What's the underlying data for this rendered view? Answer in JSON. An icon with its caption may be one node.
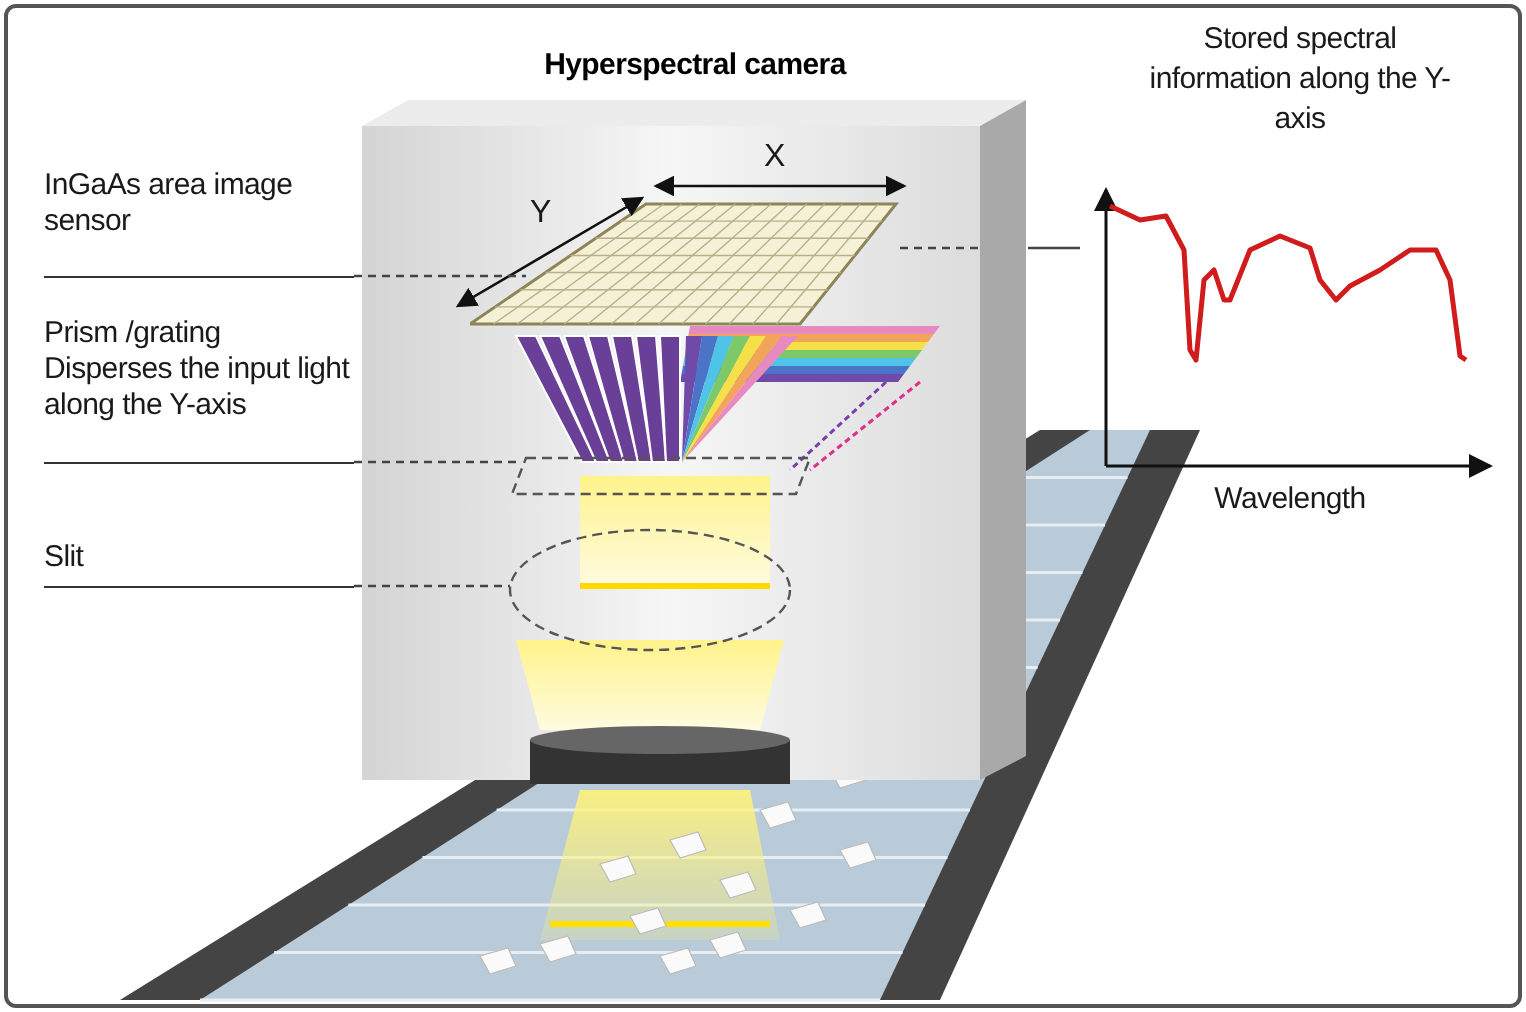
{
  "diagram": {
    "nodes": [
      {
        "text": [
          "Hyperspectral camera"
        ]
      },
      {
        "text": [
          "InGaAs area image sensor"
        ]
      },
      {
        "text": [],
        "shape": "picture",
        "in": 0
      },
      {
        "text": [
          "Prism /grating",
          "Disperses the input light along the Y-axis"
        ]
      },
      {
        "text": [],
        "shape": "picture",
        "in": 0
      },
      {
        "text": [
          "Slit"
        ]
      },
      {
        "text": [],
        "shape": "ellipse",
        "in": 0
      },
      {
        "text": [
          "Stored spectral information along the Y-axis",
          "Wavelength"
        ]
      }
    ],
    "edges": [
      {
        "from": 1,
        "to": 2,
        "arrow": "none",
        "style": "dashed"
      },
      {
        "from": 3,
        "to": 4,
        "arrow": "none",
        "style": "dashed"
      },
      {
        "from": 5,
        "to": 6,
        "arrow": "none",
        "style": "dashed"
      },
      {
        "from": 2,
        "to": 7,
        "arrow": "none",
        "style": "dashed"
      }
    ],
    "labels": [
      "X",
      "Y"
    ]
  }
}
